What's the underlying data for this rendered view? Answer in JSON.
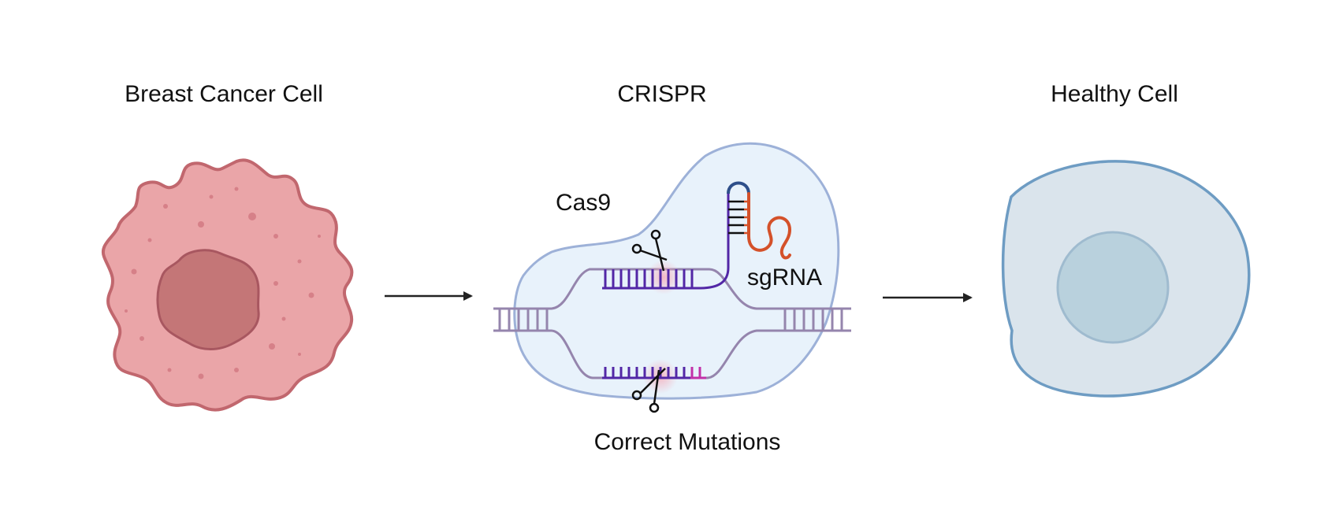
{
  "stages": {
    "cancer_title": "Breast Cancer Cell",
    "crispr_title": "CRISPR",
    "healthy_title": "Healthy Cell"
  },
  "crispr": {
    "enzyme_label": "Cas9",
    "guide_label": "sgRNA",
    "caption": "Correct Mutations"
  },
  "colors": {
    "cancer_cell_fill": "#eaa5a8",
    "cancer_cell_stroke": "#c1676e",
    "cancer_nucleus_fill": "#c47677",
    "cas9_fill": "#e8f2fb",
    "cas9_stroke": "#9db1d8",
    "dna_strand": "#9585ad",
    "target_strand": "#5227a6",
    "sgrna_loop": "#d4512a",
    "healthy_cell_fill": "#dae4ec",
    "healthy_cell_stroke": "#6e9cc3",
    "healthy_nucleus_fill": "#b9d1dd",
    "arrow": "#222222"
  },
  "icons": [
    "breast-cancer-cell-icon",
    "cas9-protein-icon",
    "scissors-icon",
    "sgrna-hairpin-icon",
    "healthy-cell-icon",
    "arrow-right-icon"
  ]
}
